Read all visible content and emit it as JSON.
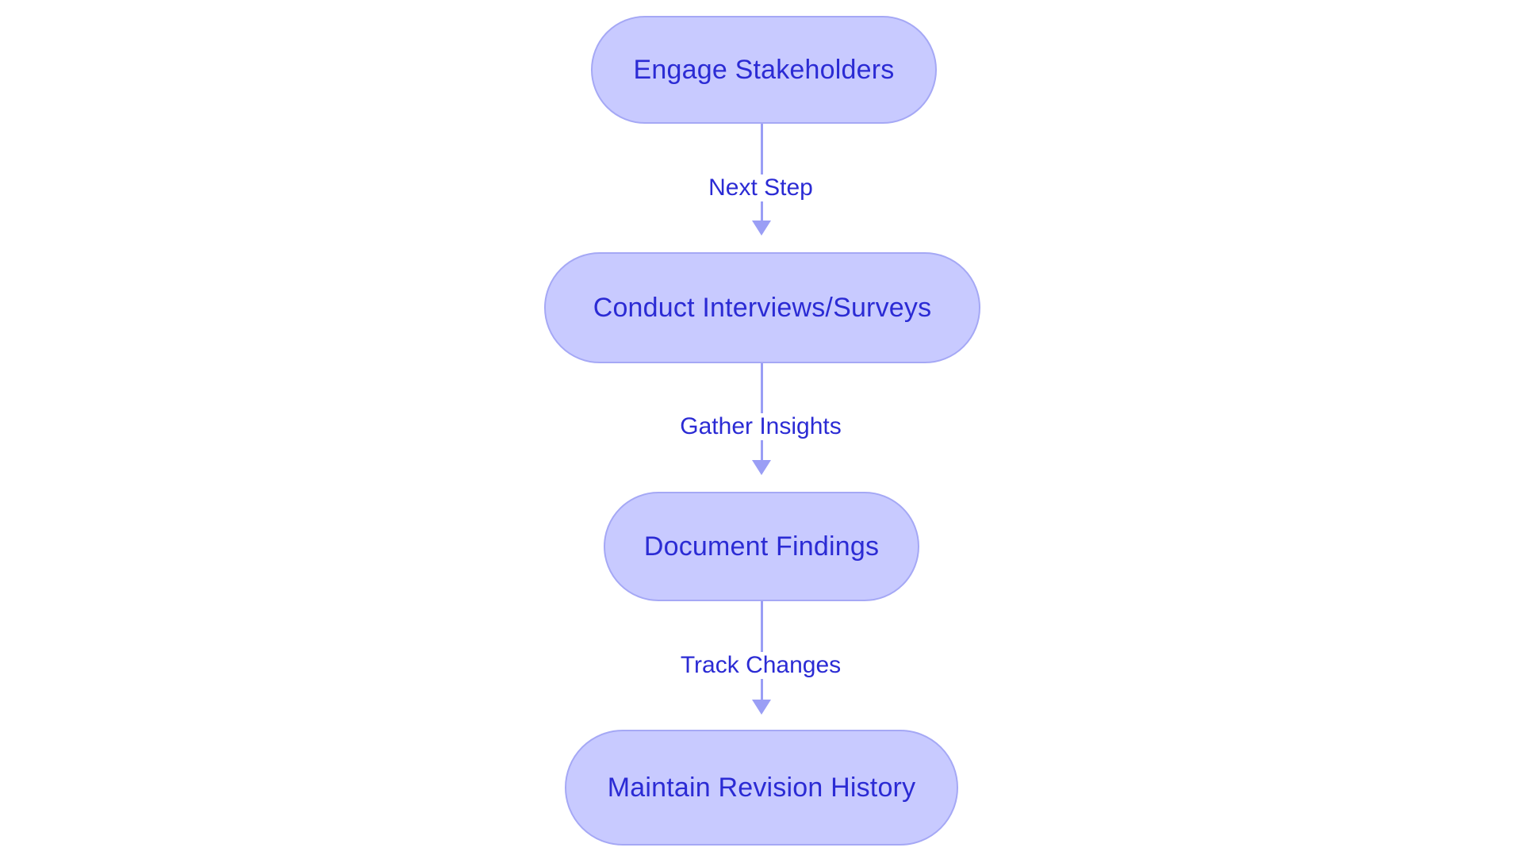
{
  "diagram": {
    "type": "flowchart",
    "orientation": "top-to-bottom",
    "background_color": "#ffffff",
    "node_fill_color": "#c8caff",
    "node_border_color": "#a5a8f5",
    "node_text_color": "#2b2bd4",
    "edge_color": "#9a9ef5",
    "edge_label_color": "#2b2bd4",
    "nodes": [
      {
        "id": "n1",
        "label": "Engage Stakeholders",
        "shape": "stadium"
      },
      {
        "id": "n2",
        "label": "Conduct Interviews/Surveys",
        "shape": "stadium"
      },
      {
        "id": "n3",
        "label": "Document Findings",
        "shape": "stadium"
      },
      {
        "id": "n4",
        "label": "Maintain Revision History",
        "shape": "stadium"
      }
    ],
    "edges": [
      {
        "id": "e1",
        "from": "n1",
        "to": "n2",
        "label": "Next Step",
        "arrow": "down"
      },
      {
        "id": "e2",
        "from": "n2",
        "to": "n3",
        "label": "Gather Insights",
        "arrow": "down"
      },
      {
        "id": "e3",
        "from": "n3",
        "to": "n4",
        "label": "Track Changes",
        "arrow": "down"
      }
    ]
  }
}
